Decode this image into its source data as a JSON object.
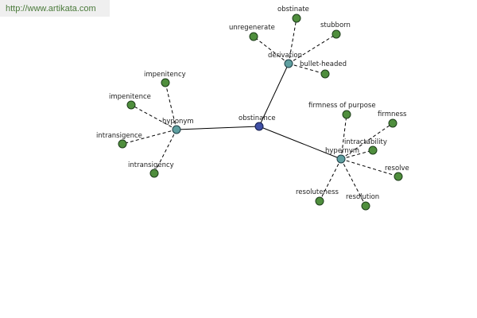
{
  "header": {
    "url": "http://www.artikata.com"
  },
  "graph": {
    "root": {
      "id": "obstinance",
      "label": "obstinance"
    },
    "hubs": [
      {
        "id": "hyponym",
        "label": "hyponym"
      },
      {
        "id": "derivation",
        "label": "derivation"
      },
      {
        "id": "hypernym",
        "label": "hypernym"
      }
    ],
    "leaves": [
      {
        "id": "impenitency",
        "label": "impenitency",
        "hub": "hyponym"
      },
      {
        "id": "impenitence",
        "label": "impenitence",
        "hub": "hyponym"
      },
      {
        "id": "intransigence",
        "label": "intransigence",
        "hub": "hyponym"
      },
      {
        "id": "intransigency",
        "label": "intransigency",
        "hub": "hyponym"
      },
      {
        "id": "obstinate",
        "label": "obstinate",
        "hub": "derivation"
      },
      {
        "id": "unregenerate",
        "label": "unregenerate",
        "hub": "derivation"
      },
      {
        "id": "stubborn",
        "label": "stubborn",
        "hub": "derivation"
      },
      {
        "id": "bullet-headed",
        "label": "bullet-headed",
        "hub": "derivation"
      },
      {
        "id": "firmness-of-purpose",
        "label": "firmness of purpose",
        "hub": "hypernym"
      },
      {
        "id": "firmness",
        "label": "firmness",
        "hub": "hypernym"
      },
      {
        "id": "intractability",
        "label": "intractability",
        "hub": "hypernym"
      },
      {
        "id": "resolve",
        "label": "resolve",
        "hub": "hypernym"
      },
      {
        "id": "resoluteness",
        "label": "resoluteness",
        "hub": "hypernym"
      },
      {
        "id": "resolution",
        "label": "resolution",
        "hub": "hypernym"
      }
    ],
    "colors": {
      "root": "#3f4fa5",
      "hub": "#5f9fa0",
      "leaf": "#4f8e3d",
      "url": "#4a7a3a"
    }
  }
}
